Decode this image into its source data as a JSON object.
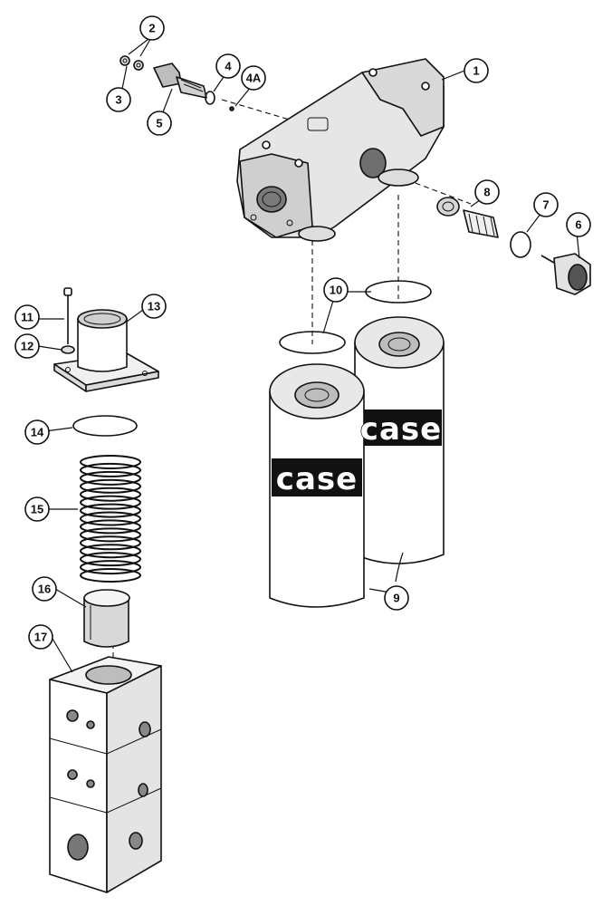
{
  "diagram": {
    "brand_text": "case",
    "callouts": [
      {
        "id": "c1",
        "label": "1"
      },
      {
        "id": "c2",
        "label": "2"
      },
      {
        "id": "c3",
        "label": "3"
      },
      {
        "id": "c4",
        "label": "4"
      },
      {
        "id": "c4a",
        "label": "4A"
      },
      {
        "id": "c5",
        "label": "5"
      },
      {
        "id": "c6",
        "label": "6"
      },
      {
        "id": "c7",
        "label": "7"
      },
      {
        "id": "c8",
        "label": "8"
      },
      {
        "id": "c9",
        "label": "9"
      },
      {
        "id": "c10",
        "label": "10"
      },
      {
        "id": "c11",
        "label": "11"
      },
      {
        "id": "c12",
        "label": "12"
      },
      {
        "id": "c13",
        "label": "13"
      },
      {
        "id": "c14",
        "label": "14"
      },
      {
        "id": "c15",
        "label": "15"
      },
      {
        "id": "c16",
        "label": "16"
      },
      {
        "id": "c17",
        "label": "17"
      }
    ]
  }
}
